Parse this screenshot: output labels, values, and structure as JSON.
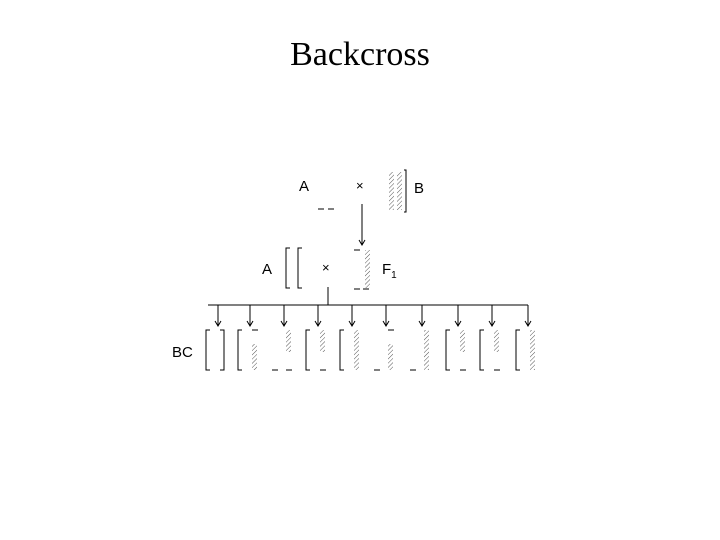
{
  "slide": {
    "title": "Backcross",
    "labels": {
      "parent_a": "A",
      "parent_b": "B",
      "f1_parent": "A",
      "f1_main": "F",
      "f1_sub": "1",
      "bc": "BC"
    },
    "cross_symbol": "×",
    "colors": {
      "line": "#000000",
      "hatch": "#555555"
    }
  }
}
